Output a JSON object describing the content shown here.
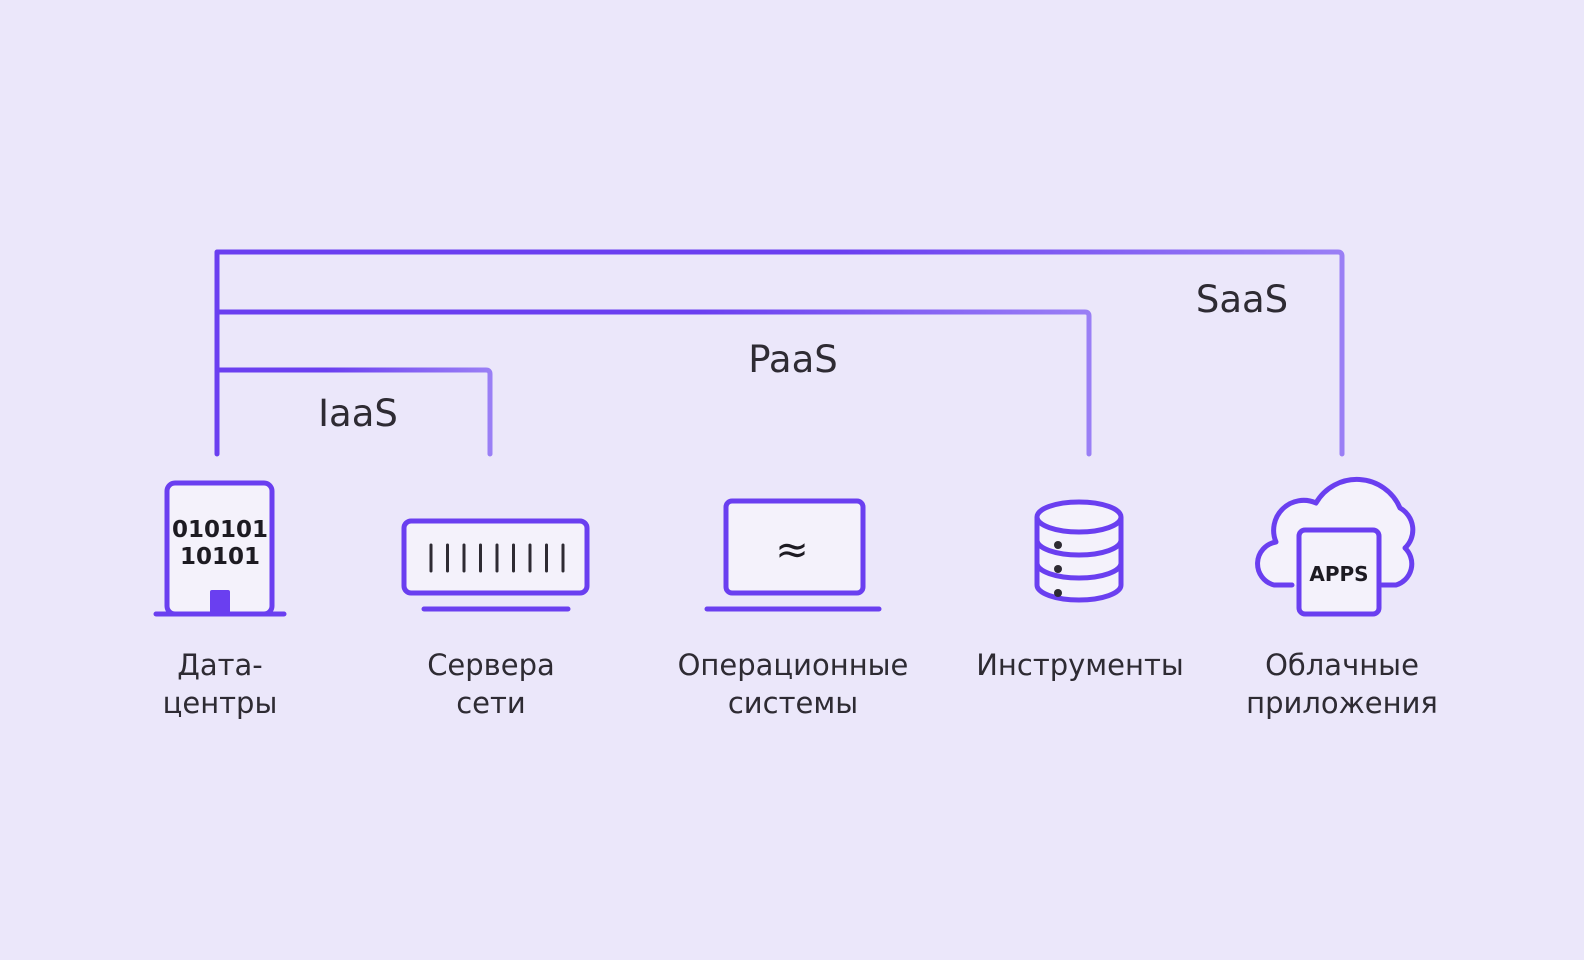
{
  "colors": {
    "background": "#ebe7fa",
    "accent": "#6a3ff0",
    "accent_light": "#9a7ff5",
    "text": "#2e2b33",
    "icon_fill": "#f4f2fb"
  },
  "tiers": [
    {
      "label": "IaaS"
    },
    {
      "label": "PaaS"
    },
    {
      "label": "SaaS"
    }
  ],
  "components": [
    {
      "icon": "datacenter-icon",
      "line1": "Дата-",
      "line2": "центры",
      "icon_text": [
        "010101",
        "10101"
      ]
    },
    {
      "icon": "server-rack-icon",
      "line1": "Сервера",
      "line2": "сети"
    },
    {
      "icon": "laptop-icon",
      "line1": "Операционные",
      "line2": "системы",
      "icon_text": [
        "≈"
      ]
    },
    {
      "icon": "database-icon",
      "line1": "Инструменты",
      "line2": ""
    },
    {
      "icon": "cloud-apps-icon",
      "line1": "Облачные",
      "line2": "приложения",
      "icon_text": [
        "APPS"
      ]
    }
  ]
}
